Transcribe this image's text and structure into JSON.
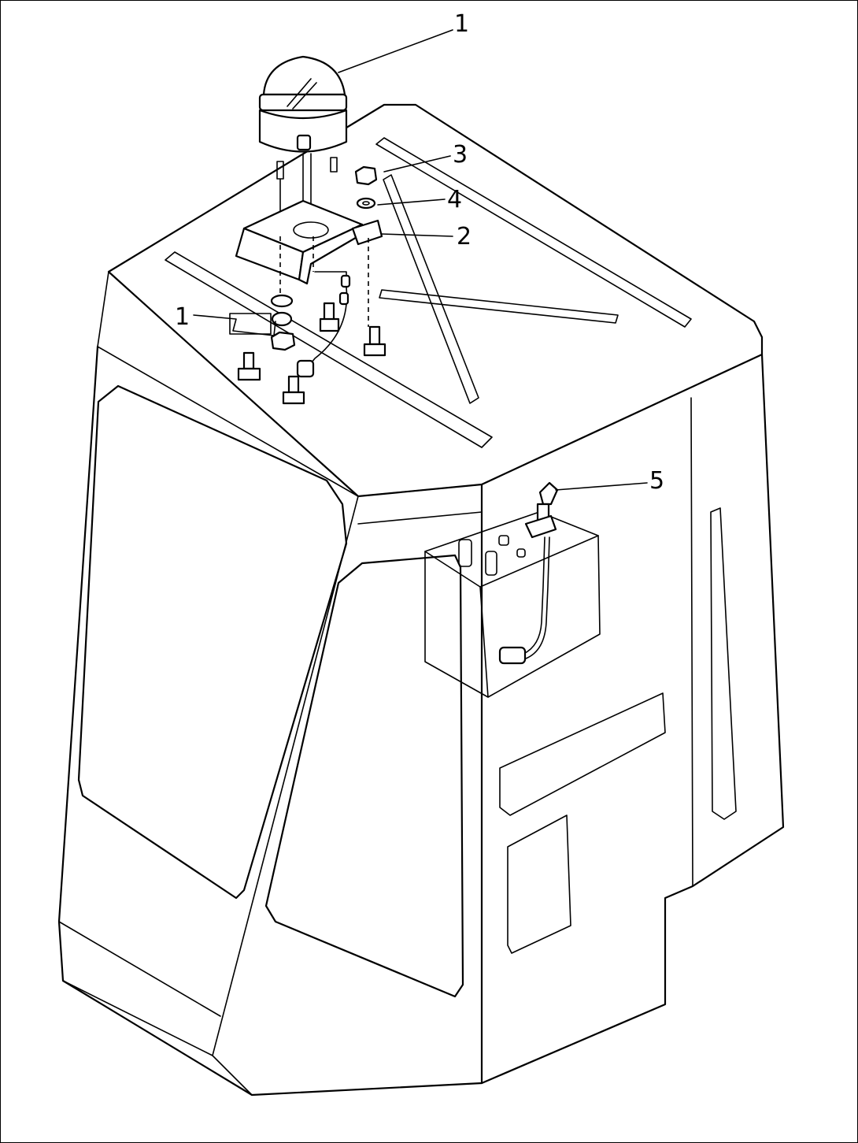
{
  "diagram": {
    "callouts": [
      {
        "id": "callout-1-top",
        "text": "1"
      },
      {
        "id": "callout-3",
        "text": "3"
      },
      {
        "id": "callout-4",
        "text": "4"
      },
      {
        "id": "callout-2",
        "text": "2"
      },
      {
        "id": "callout-1-left",
        "text": "1"
      },
      {
        "id": "callout-5",
        "text": "5"
      }
    ]
  }
}
